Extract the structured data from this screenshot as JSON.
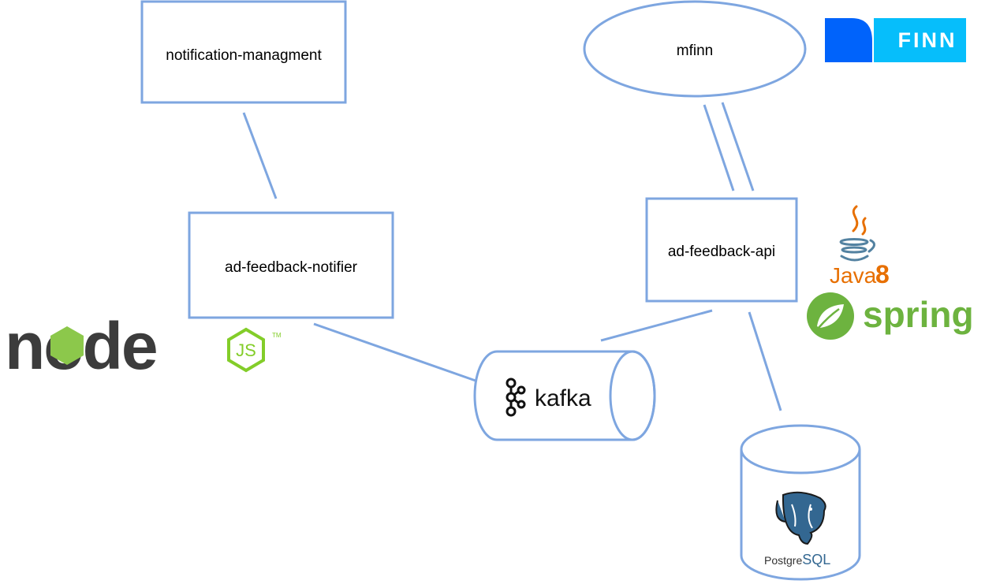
{
  "nodes": {
    "notification_management": "notification-managment",
    "mfinn": "mfinn",
    "notifier": "ad-feedback-notifier",
    "api": "ad-feedback-api",
    "kafka": "kafka",
    "postgres": {
      "prefix": "Postgre",
      "suffix": "SQL"
    }
  },
  "logos": {
    "finn": "FINN",
    "node": "node",
    "js": "JS",
    "tm": "TM",
    "java": "Java",
    "java_version": "8",
    "spring": "spring"
  },
  "colors": {
    "stroke": "#7ea6e0",
    "finn_dark": "#0063fb",
    "finn_light": "#06befb",
    "node_dark": "#3c3c3c",
    "node_green": "#8cc84b",
    "node_js": "#83cd29",
    "spring_green": "#6db33f",
    "java_orange": "#e76f00",
    "java_blue": "#5382a1",
    "pg_blue": "#336791"
  }
}
